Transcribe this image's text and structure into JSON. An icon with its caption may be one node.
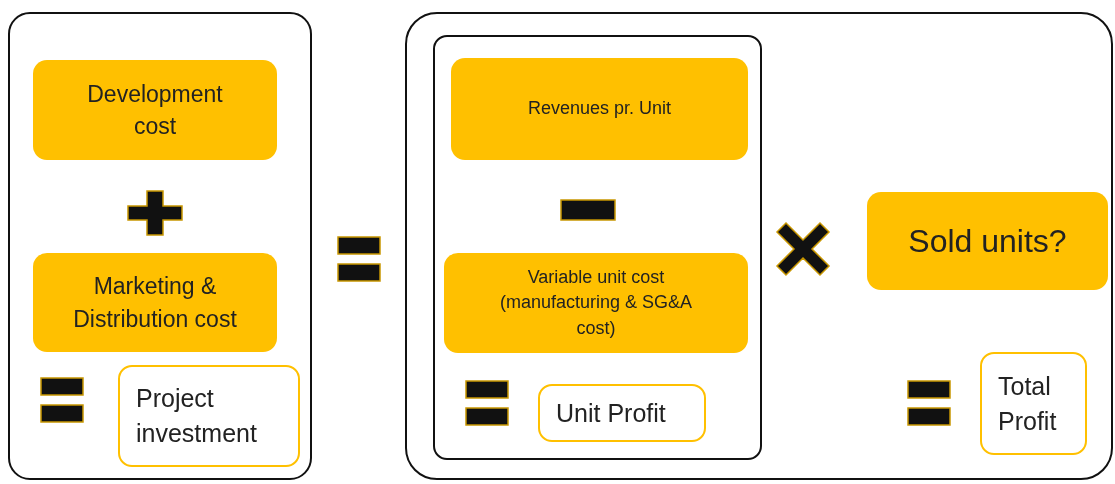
{
  "diagram": {
    "nodes": [
      {
        "text": [],
        "shape": "box"
      },
      {
        "text": [
          "Development cost"
        ],
        "in": 0
      },
      {
        "text": [
          "Marketing & Distribution cost"
        ],
        "in": 0
      },
      {
        "text": [
          "Project investment"
        ],
        "in": 0
      },
      {
        "text": [],
        "shape": "box"
      },
      {
        "text": [],
        "shape": "box",
        "in": 4
      },
      {
        "text": [
          "Revenues pr. Unit"
        ],
        "in": 5
      },
      {
        "text": [
          "Variable unit cost (manufacturing & SG&A cost)"
        ],
        "in": 5
      },
      {
        "text": [
          "Unit Profit"
        ],
        "in": 5
      },
      {
        "text": [
          "Sold units?"
        ],
        "in": 4
      },
      {
        "text": [
          "Total Profit"
        ],
        "in": 4
      }
    ],
    "edges": []
  }
}
